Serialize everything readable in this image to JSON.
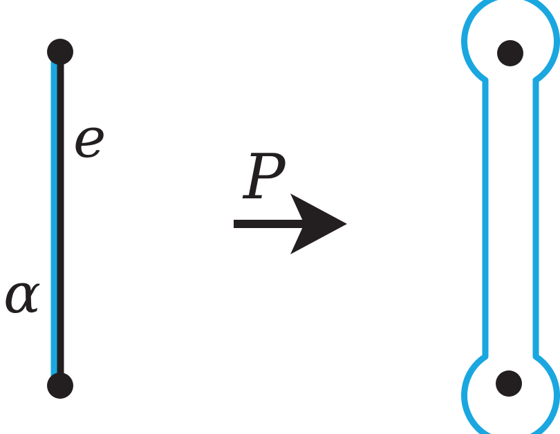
{
  "labels": {
    "edge": "e",
    "path": "α",
    "map": "P"
  },
  "colors": {
    "ink": "#231f20",
    "curve": "#1aa7e0",
    "background": "#ffffff"
  }
}
